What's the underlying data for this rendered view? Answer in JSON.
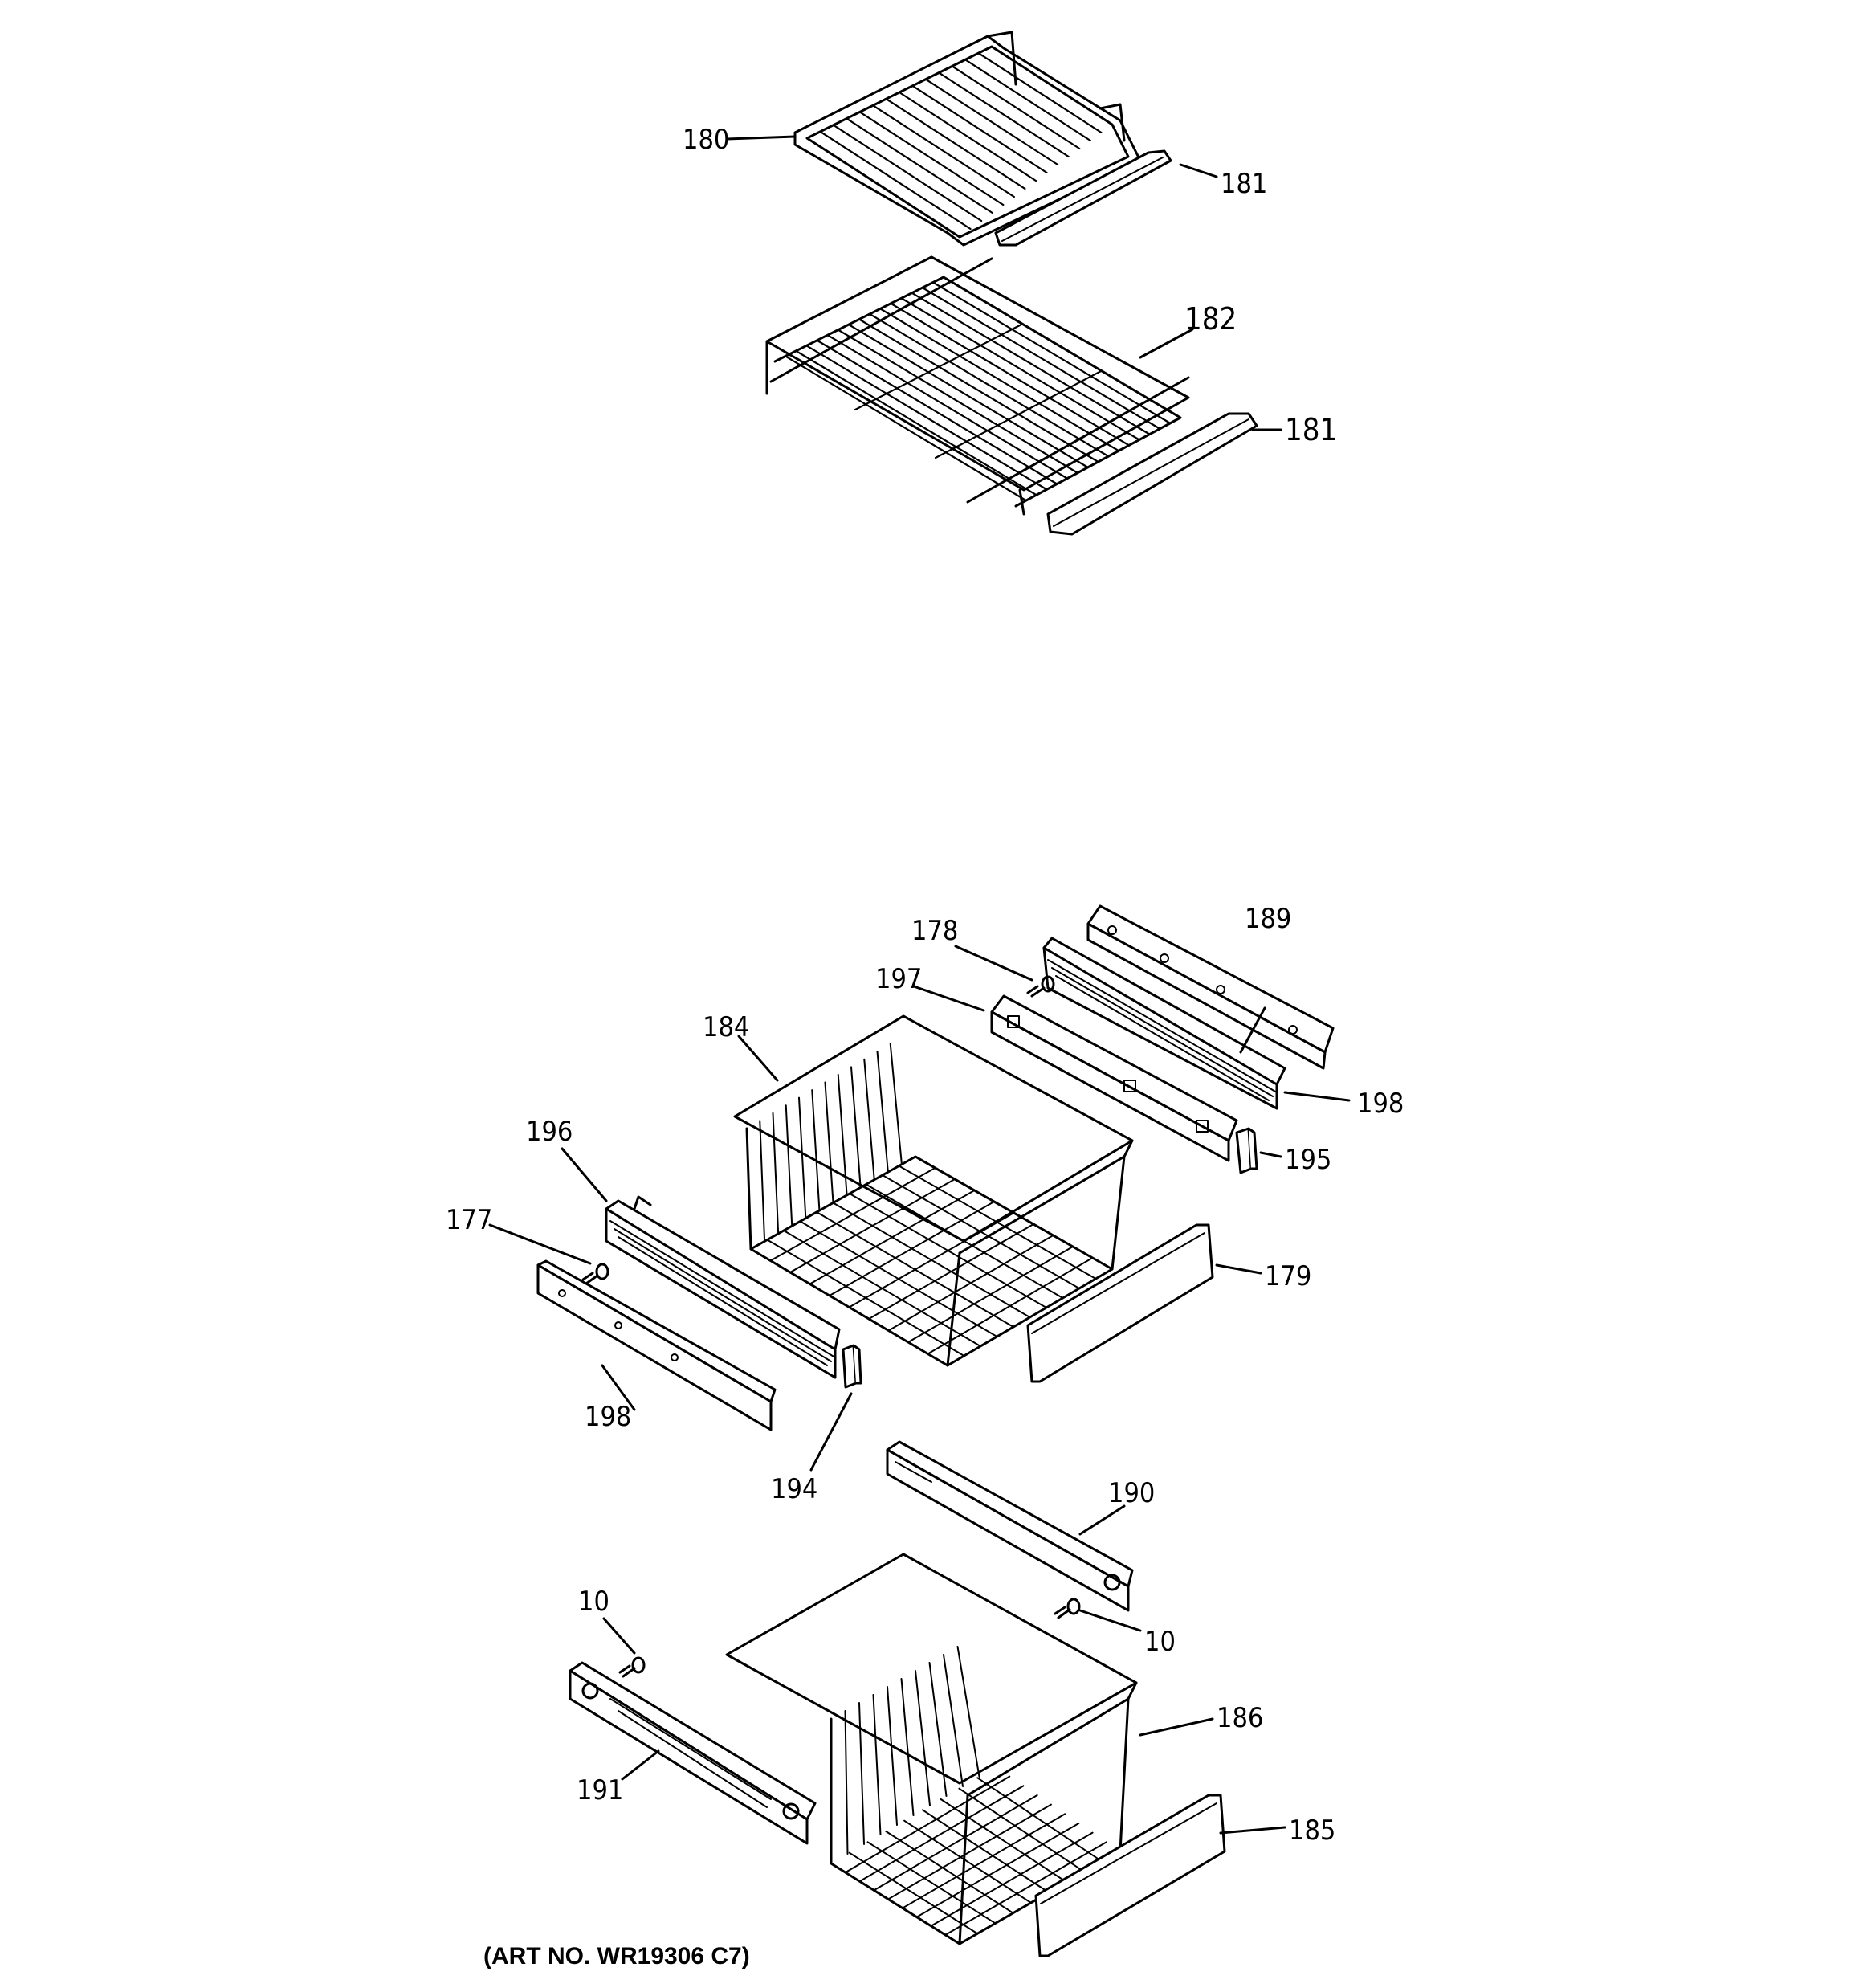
{
  "caption": "(ART NO. WR19306 C7)",
  "callouts": {
    "p180": "180",
    "p181_top": "181",
    "p182": "182",
    "p181_bottom": "181",
    "p178": "178",
    "p189": "189",
    "p197": "197",
    "p184": "184",
    "p198_right": "198",
    "p195": "195",
    "p196": "196",
    "p177": "177",
    "p179": "179",
    "p198_left": "198",
    "p194": "194",
    "p190": "190",
    "p10_left": "10",
    "p10_right": "10",
    "p186": "186",
    "p191": "191",
    "p185": "185"
  }
}
